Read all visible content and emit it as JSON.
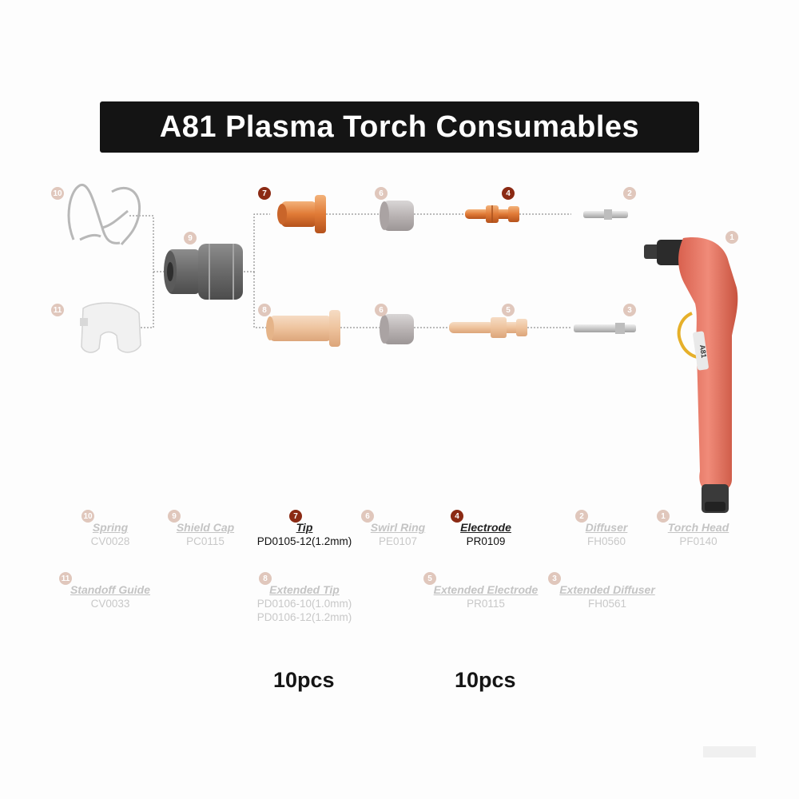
{
  "title": "A81 Plasma Torch Consumables",
  "torch_marking": "A81",
  "colors": {
    "banner": "#141414",
    "copper": "#e08a4a",
    "highlight_badge": "#8b2a14",
    "dim_badge": "#e0c7bc",
    "torch": "#e8786a"
  },
  "parts": [
    {
      "num": "10",
      "label": "Spring",
      "codes": [
        "CV0028"
      ],
      "highlight": false
    },
    {
      "num": "9",
      "label": "Shield Cap",
      "codes": [
        "PC0115"
      ],
      "highlight": false
    },
    {
      "num": "7",
      "label": "Tip",
      "codes": [
        "PD0105-12(1.2mm)"
      ],
      "highlight": true
    },
    {
      "num": "6",
      "label": "Swirl Ring",
      "codes": [
        "PE0107"
      ],
      "highlight": false
    },
    {
      "num": "4",
      "label": "Electrode",
      "codes": [
        "PR0109"
      ],
      "highlight": true
    },
    {
      "num": "2",
      "label": "Diffuser",
      "codes": [
        "FH0560"
      ],
      "highlight": false
    },
    {
      "num": "1",
      "label": "Torch Head",
      "codes": [
        "PF0140"
      ],
      "highlight": false
    },
    {
      "num": "11",
      "label": "Standoff Guide",
      "codes": [
        "CV0033"
      ],
      "highlight": false
    },
    {
      "num": "8",
      "label": "Extended Tip",
      "codes": [
        "PD0106-10(1.0mm)",
        "PD0106-12(1.2mm)"
      ],
      "highlight": false
    },
    {
      "num": "5",
      "label": "Extended Electrode",
      "codes": [
        "PR0115"
      ],
      "highlight": false
    },
    {
      "num": "3",
      "label": "Extended Diffuser",
      "codes": [
        "FH0561"
      ],
      "highlight": false
    }
  ],
  "quantities": {
    "tip": "10pcs",
    "electrode": "10pcs"
  }
}
